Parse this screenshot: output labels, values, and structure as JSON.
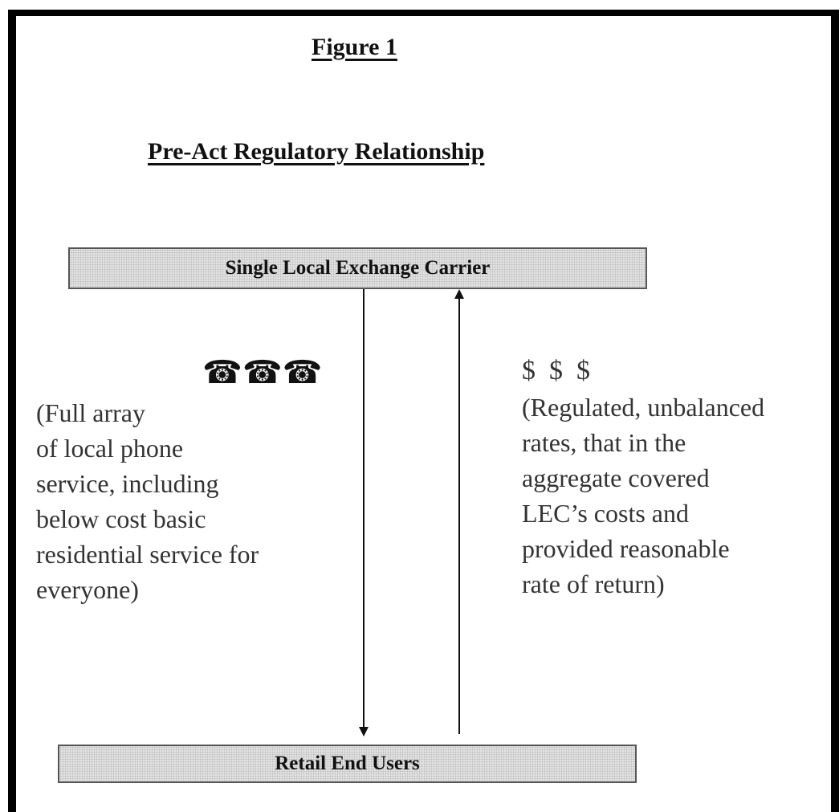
{
  "figure_title": "Figure 1",
  "subtitle": "Pre-Act Regulatory Relationship",
  "nodes": {
    "top": "Single Local Exchange Carrier",
    "bottom": "Retail End Users"
  },
  "left_flow": {
    "symbol": "☎☎☎",
    "symbol_icon": "telephone-icon",
    "lines": [
      "(Full array",
      "of  local phone",
      "service, including",
      "below cost basic",
      "residential service for",
      "everyone)"
    ]
  },
  "right_flow": {
    "symbol": "$  $  $",
    "lines": [
      "(Regulated, unbalanced",
      "rates, that in the",
      "aggregate covered",
      "LEC’s costs and",
      "provided reasonable",
      "rate of return)"
    ]
  }
}
